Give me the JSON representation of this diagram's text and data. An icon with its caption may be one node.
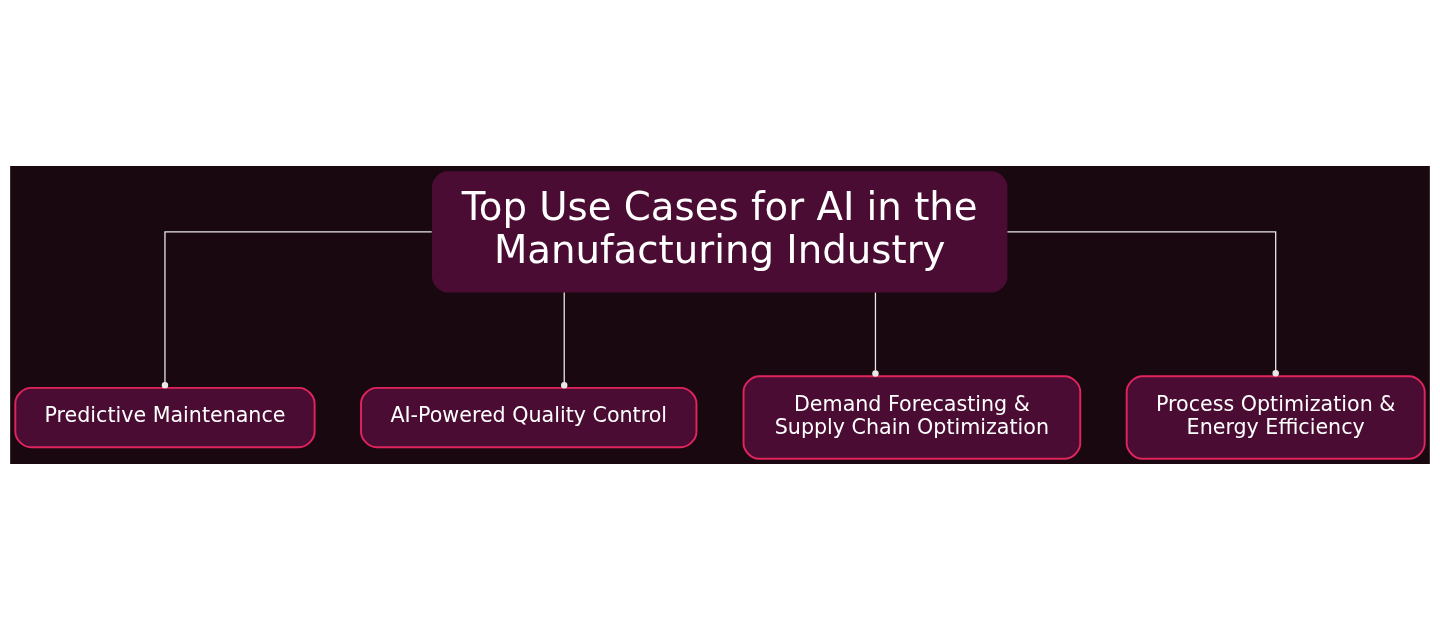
{
  "diagram": {
    "nodes": [
      {
        "text": [
          "Top Use Cases for AI in the Manufacturing Industry"
        ]
      },
      {
        "text": [
          "Predictive Maintenance"
        ]
      },
      {
        "text": [
          "AI-Powered Quality Control"
        ]
      },
      {
        "text": [
          "Demand Forecasting & Supply Chain Optimization"
        ]
      },
      {
        "text": [
          "Process Optimization & Energy Efficiency"
        ]
      }
    ],
    "edges": [
      {
        "from": 0,
        "to": 1,
        "arrow": "other"
      },
      {
        "from": 0,
        "to": 2,
        "arrow": "other"
      },
      {
        "from": 0,
        "to": 3,
        "arrow": "other"
      },
      {
        "from": 0,
        "to": 4,
        "arrow": "other"
      }
    ]
  }
}
